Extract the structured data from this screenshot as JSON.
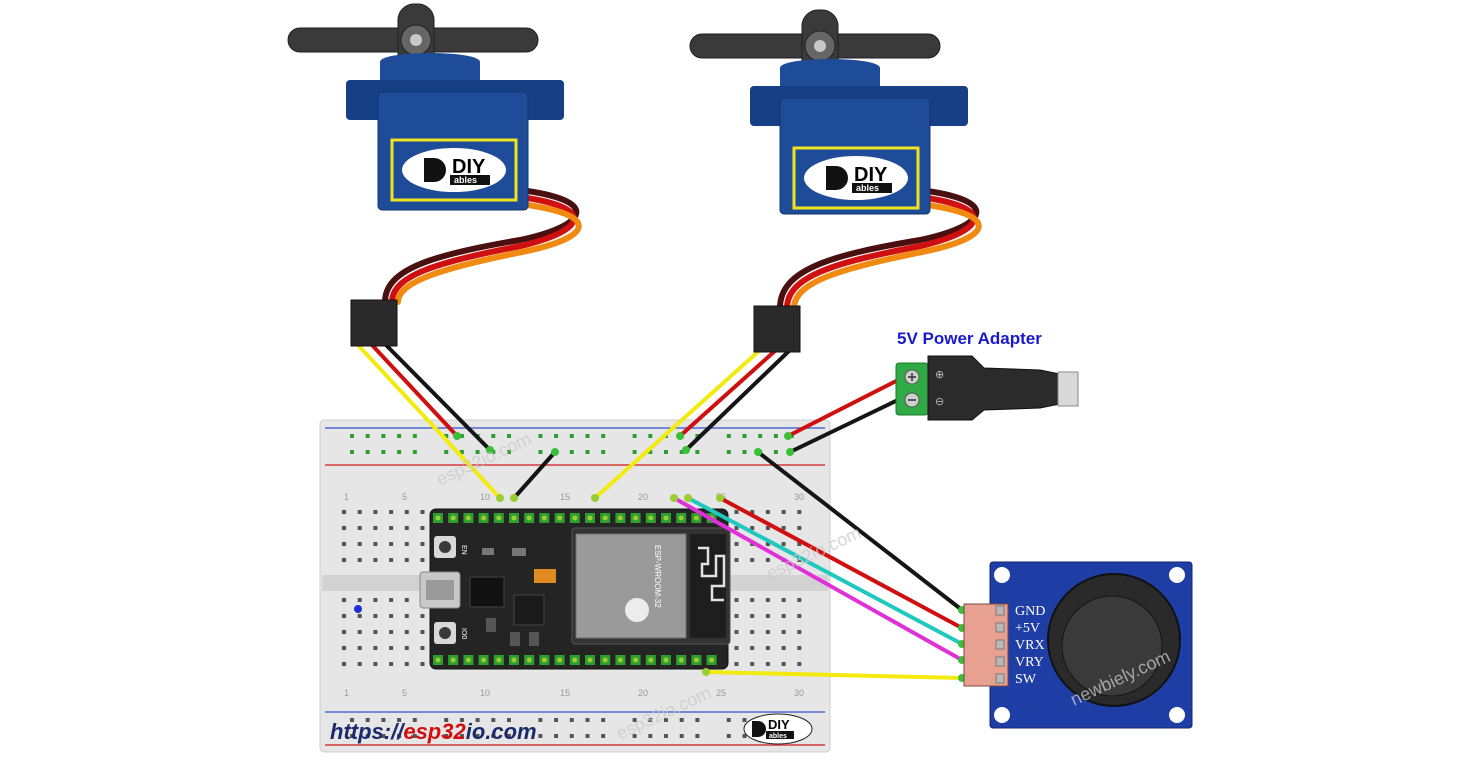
{
  "power_adapter": {
    "label": "5V Power Adapter"
  },
  "joystick": {
    "pins": [
      "GND",
      "+5V",
      "VRX",
      "VRY",
      "SW"
    ]
  },
  "footer": {
    "url_prefix": "https://",
    "url_brand": "esp32",
    "url_suffix": "io.com"
  },
  "servo_1": {
    "logo_main": "DIY",
    "logo_sub": "ables"
  },
  "servo_2": {
    "logo_main": "DIY",
    "logo_sub": "ables"
  },
  "breadboard_logo": {
    "logo_main": "DIY",
    "logo_sub": "ables"
  },
  "watermarks": {
    "esp32io_1": "esp32io.com",
    "esp32io_2": "esp32io.com",
    "esp32io_3": "esp32io.com",
    "newbiely": "newbiely.com"
  },
  "esp32_module": {
    "chip_label": "ESP-WROOM-32",
    "btn_en": "EN",
    "btn_boot": "IO0"
  },
  "colors": {
    "wire_red": "#d01010",
    "wire_black": "#151515",
    "wire_yellow": "#f2ea10",
    "wire_orange": "#f08a10",
    "wire_cyan": "#20c8c0",
    "wire_magenta": "#e030d8",
    "servo_blue": "#1f4c99",
    "board_black": "#222222",
    "joystick_blue": "#1e3ea6",
    "label_blue": "#1a1acc"
  }
}
